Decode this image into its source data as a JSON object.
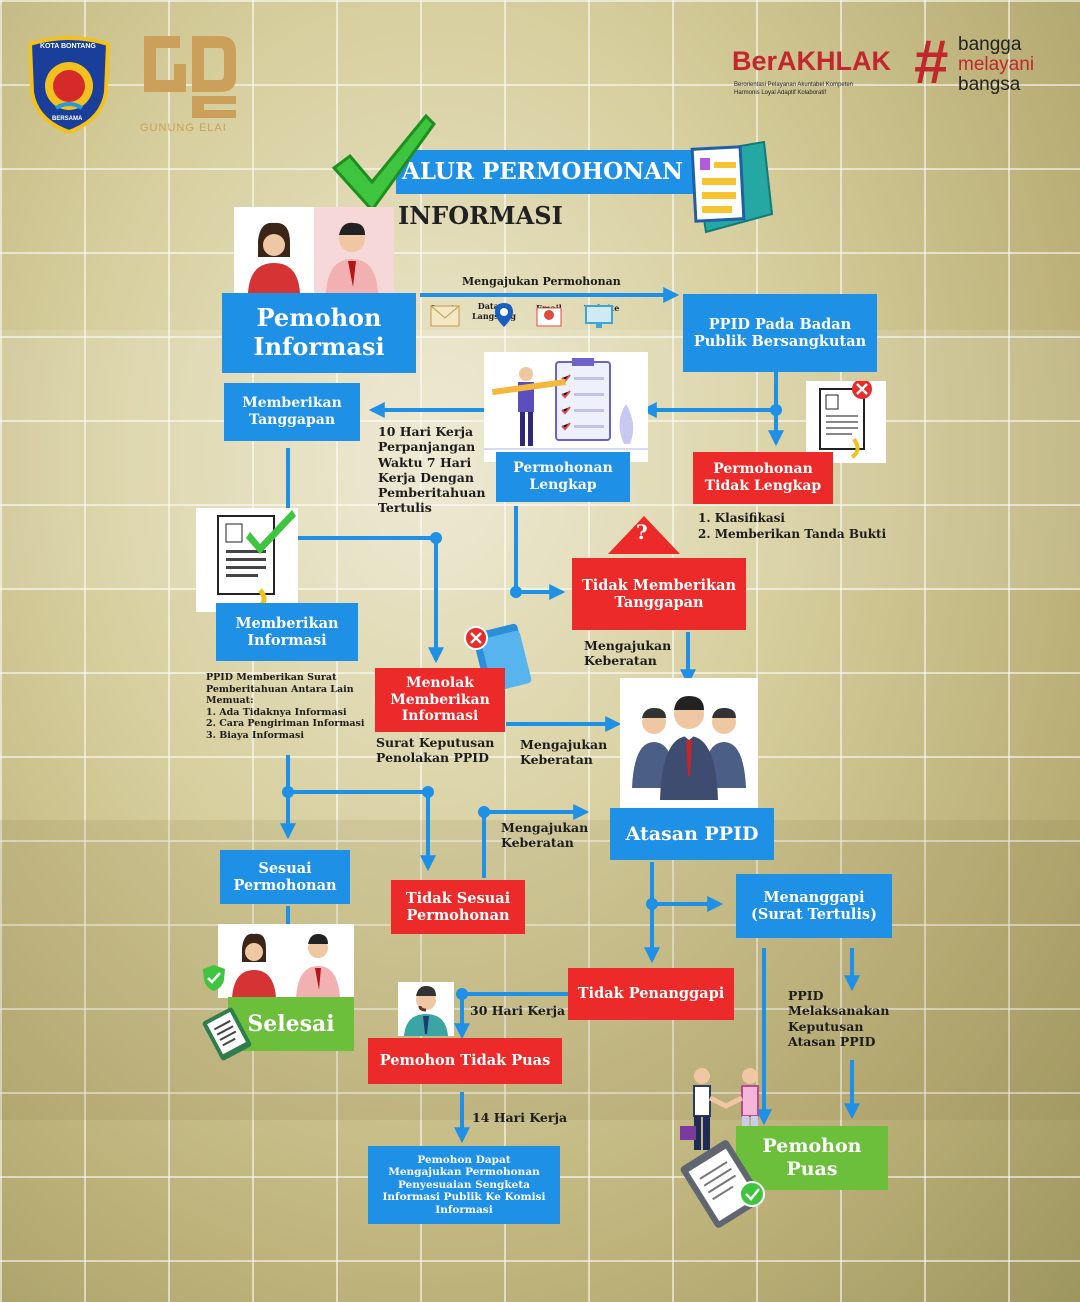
{
  "logos": {
    "city_seal_top": "KOTA BONTANG",
    "city_seal_bottom": "BERSAMA",
    "gde_caption": "GUNUNG ELAI",
    "berakhlak_brand": "BerAKHLAK",
    "berakhlak_tagline_1": "Berorientasi Pelayanan Akuntabel Kompeten",
    "berakhlak_tagline_2": "Harmonis Loyal Adaptif Kolaboratif",
    "bangga_1": "bangga",
    "bangga_2": "melayani",
    "bangga_3": "bangsa"
  },
  "title": {
    "line1": "ALUR PERMOHONAN",
    "line2": "INFORMASI"
  },
  "nodes": {
    "pemohon_informasi": "Pemohon Informasi",
    "ppid_badan": "PPID Pada Badan Publik Bersangkutan",
    "memberikan_tanggapan": "Memberikan Tanggapan",
    "permohonan_lengkap": "Permohonan Lengkap",
    "permohonan_tidak_lengkap": "Permohonan Tidak Lengkap",
    "tidak_memberikan_tanggapan": "Tidak Memberikan Tanggapan",
    "memberikan_informasi": "Memberikan Informasi",
    "menolak_memberikan_informasi": "Menolak Memberikan Informasi",
    "atasan_ppid": "Atasan PPID",
    "sesuai_permohonan": "Sesuai Permohonan",
    "tidak_sesuai_permohonan": "Tidak Sesuai Permohonan",
    "menanggapi": "Menanggapi (Surat Tertulis)",
    "selesai": "Selesai",
    "tidak_penanggapi": "Tidak Penanggapi",
    "pemohon_tidak_puas": "Pemohon Tidak Puas",
    "pemohon_puas": "Pemohon Puas",
    "komisi": "Pemohon Dapat Mengajukan Permohonan Penyesuaian Sengketa Informasi Publik Ke Komisi Informasi"
  },
  "labels": {
    "mengajukan_permohonan": "Mengajukan Permohonan",
    "channels": [
      "Surat",
      "Datang Langsung",
      "Email",
      "Website"
    ],
    "hari_kerja_10": "10 Hari Kerja Perpanjangan Waktu 7 Hari Kerja Dengan Pemberitahuan Tertulis",
    "klasifikasi": "1. Klasifikasi",
    "tanda_bukti": "2. Memberikan Tanda Bukti",
    "mengajukan_keberatan_1": "Mengajukan Keberatan",
    "mengajukan_keberatan_2": "Mengajukan Keberatan",
    "mengajukan_keberatan_3": "Mengajukan Keberatan",
    "surat_keputusan": "Surat Keputusan Penolakan PPID",
    "ppid_surat": "PPID Memberikan Surat Pemberitahuan Antara Lain Memuat:",
    "ppid_surat_items": [
      "1. Ada Tidaknya Informasi",
      "2. Cara Pengiriman Informasi",
      "3. Biaya Informasi"
    ],
    "hari_kerja_30": "30 Hari Kerja",
    "hari_kerja_14": "14 Hari Kerja",
    "ppid_melaksanakan": "PPID Melaksanakan Keputusan Atasan PPID",
    "question_mark": "?"
  },
  "colors": {
    "blue": "#1e90e6",
    "red": "#ec2a2a",
    "green": "#6cbf3a",
    "arrow": "#1e90e6"
  }
}
